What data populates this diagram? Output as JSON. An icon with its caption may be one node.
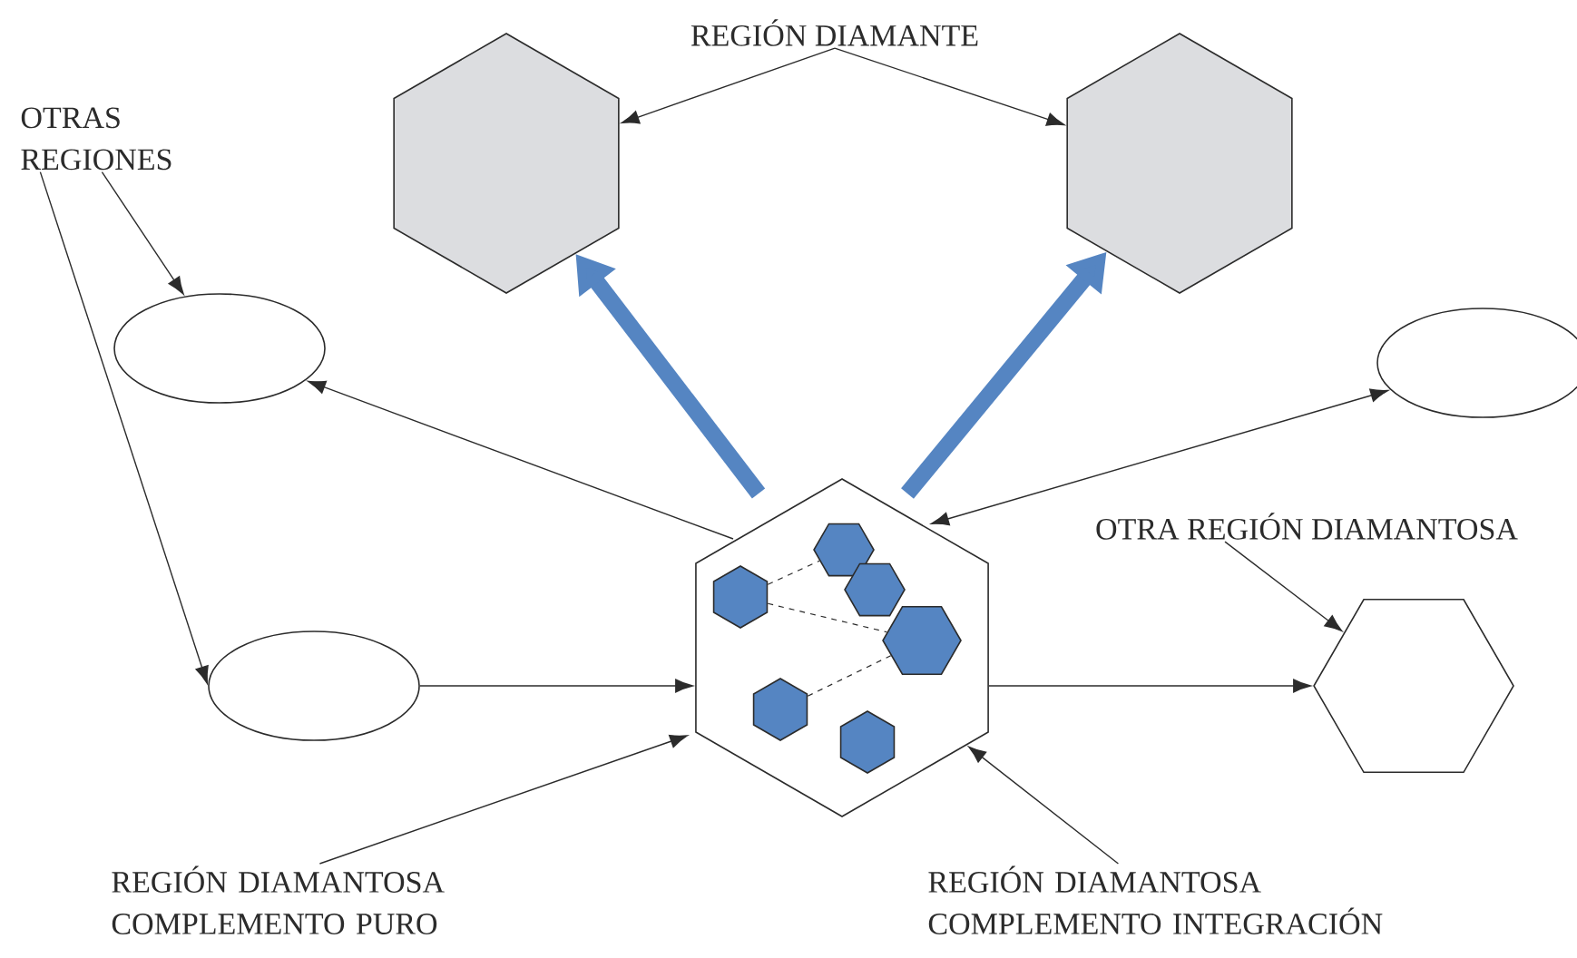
{
  "diagram": {
    "nodes": [
      {
        "text": [
          "REGIÓN DIAMANTE"
        ]
      },
      {
        "text": [],
        "shape": "hexagon"
      },
      {
        "text": [],
        "shape": "hexagon"
      },
      {
        "text": [
          "OTRAS REGIONES"
        ]
      },
      {
        "text": [],
        "shape": "ellipse"
      },
      {
        "text": [],
        "shape": "ellipse"
      },
      {
        "text": [
          "OTRA REGIÓN DIAMANTOSA"
        ]
      },
      {
        "text": [],
        "shape": "ellipse"
      },
      {
        "text": [],
        "shape": "hexagon"
      },
      {
        "text": [],
        "shape": "hexagon",
        "in": 8
      },
      {
        "text": [],
        "shape": "hexagon",
        "in": 8
      },
      {
        "text": [],
        "shape": "hexagon",
        "in": 8
      },
      {
        "text": [],
        "shape": "hexagon",
        "in": 8
      },
      {
        "text": [],
        "shape": "hexagon",
        "in": 8
      },
      {
        "text": [],
        "shape": "hexagon",
        "in": 8
      },
      {
        "text": [],
        "shape": "hexagon"
      },
      {
        "text": [
          "REGIÓN DIAMANTOSA COMPLEMENTO PURO"
        ]
      },
      {
        "text": [
          "REGIÓN DIAMANTOSA COMPLEMENTO INTEGRACIÓN"
        ]
      }
    ],
    "edges": [
      {
        "from": 0,
        "to": 1,
        "arrow": "to"
      },
      {
        "from": 0,
        "to": 2,
        "arrow": "to"
      },
      {
        "from": 3,
        "to": 4,
        "arrow": "to"
      },
      {
        "from": 3,
        "to": 7,
        "arrow": "to"
      },
      {
        "from": 8,
        "to": 1,
        "arrow": "to",
        "style": "thick",
        "color": "#5585c2"
      },
      {
        "from": 8,
        "to": 2,
        "arrow": "to",
        "style": "thick",
        "color": "#5585c2"
      },
      {
        "from": 8,
        "to": 4,
        "arrow": "to"
      },
      {
        "from": 8,
        "to": 5,
        "arrow": "both"
      },
      {
        "from": 7,
        "to": 8,
        "arrow": "to"
      },
      {
        "from": 16,
        "to": 8,
        "arrow": "to"
      },
      {
        "from": 8,
        "to": 15,
        "arrow": "to"
      },
      {
        "from": 6,
        "to": 15,
        "arrow": "to"
      },
      {
        "from": 17,
        "to": 8,
        "arrow": "to"
      },
      {
        "from": 11,
        "to": 9,
        "arrow": "none",
        "style": "dashed"
      },
      {
        "from": 11,
        "to": 12,
        "arrow": "none",
        "style": "dashed"
      },
      {
        "from": 13,
        "to": 12,
        "arrow": "none",
        "style": "dashed"
      }
    ]
  }
}
